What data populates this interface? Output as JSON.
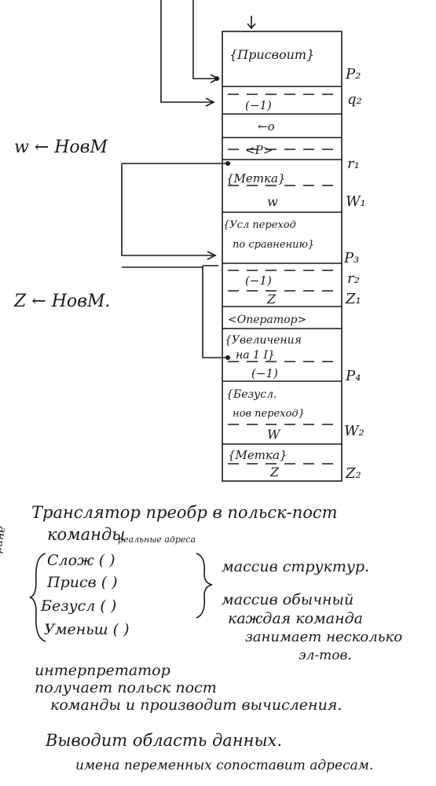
{
  "diagram": {
    "cells": {
      "c1_line1": "{Присвоит}",
      "c2_line1": "(−1)",
      "c3": "←о",
      "c4": "<Р>",
      "c5_line1": "{Метка}",
      "c5_line2": "w",
      "c6_line1": "{Усл переход",
      "c6_line2": "по сравнению}",
      "c7_line1": "(−1)",
      "c7_line2": "Z",
      "c8": "<Оператор>",
      "c9_line1": "{Увеличения",
      "c9_line2": "на 1 I}",
      "c9_line3": "(−1)",
      "c10_line1": "{Безусл.",
      "c10_line2": "нов переход}",
      "c10_line3": "W",
      "c11_line1": "{Метка}",
      "c11_line2": "Z"
    },
    "right_labels": {
      "p2": "Р₂",
      "q2": "q₂",
      "r1": "r₁",
      "w1": "W₁",
      "p3": "Р₃",
      "r2": "r₂",
      "z1": "Z₁",
      "p4": "Р₄",
      "w2": "W₂",
      "z2": "Z₂"
    },
    "left_labels": {
      "w_new": "w ← НовМ",
      "z_new": "Z ← НовМ."
    }
  },
  "notes": {
    "line1": "Транслятор преобр в польск-пост",
    "line2": "команды",
    "annot": "реальные адреса",
    "side": "на экране",
    "list1": "Слож (       )",
    "list2": "Присв (       )",
    "list3": "Безусл (       )",
    "list4": "Уменьш (       )",
    "brace_text1": "массив структур.",
    "brace_text2": "массив обычный",
    "brace_text3": "каждая команда",
    "brace_text4": "занимает несколько",
    "brace_text5": "эл-тов.",
    "interp1": "интерпретатор",
    "interp2": "получает польск пост",
    "interp3": "команды и производит вычисления.",
    "out1": "Выводит область данных.",
    "out2": "имена переменных сопоставит адресам."
  }
}
